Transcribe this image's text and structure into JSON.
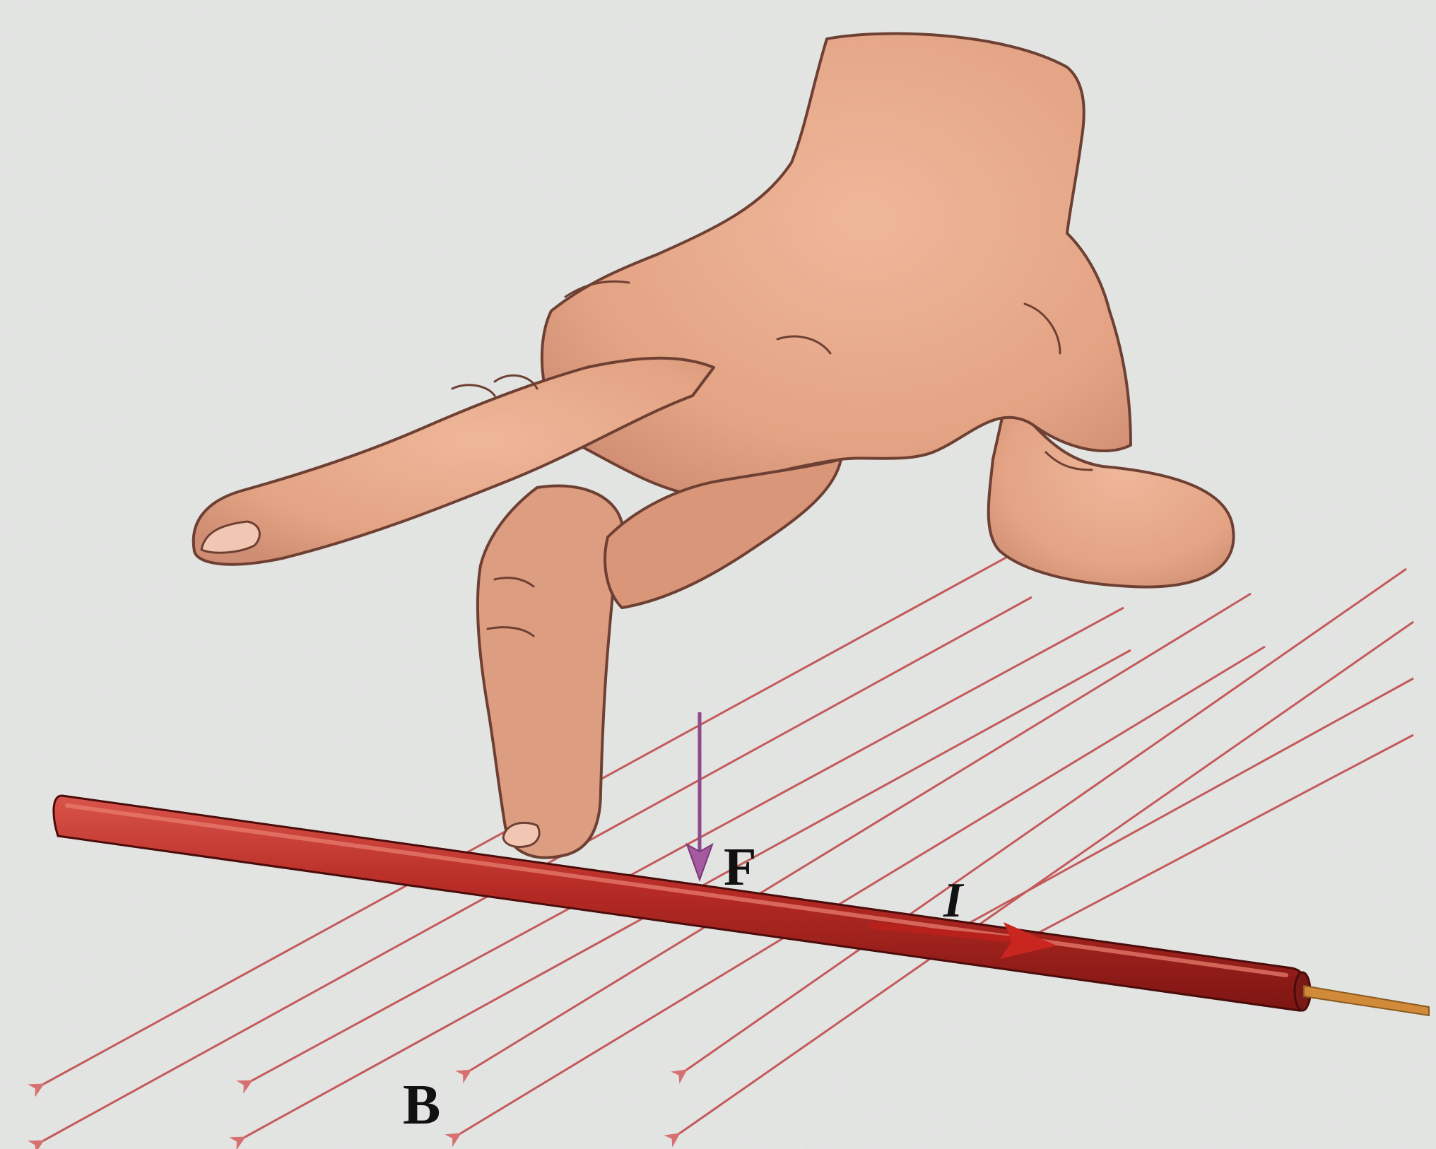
{
  "labels": {
    "force": "F",
    "current": "I",
    "field": "B"
  },
  "colors": {
    "paper": "#e6e8e6",
    "field_lines": "#c45a5a",
    "wire_body": "#a3201e",
    "wire_highlight": "#d9544a",
    "wire_core": "#d08a3a",
    "force_arrow": "#8e4a8a",
    "current_arrow": "#b8201c",
    "skin": "#e3a384",
    "skin_shadow": "#c98670",
    "skin_outline": "#6e4033",
    "text": "#111111"
  },
  "icons": [
    "right-hand",
    "force-arrow",
    "current-arrow",
    "magnetic-field-lines",
    "conducting-wire"
  ]
}
